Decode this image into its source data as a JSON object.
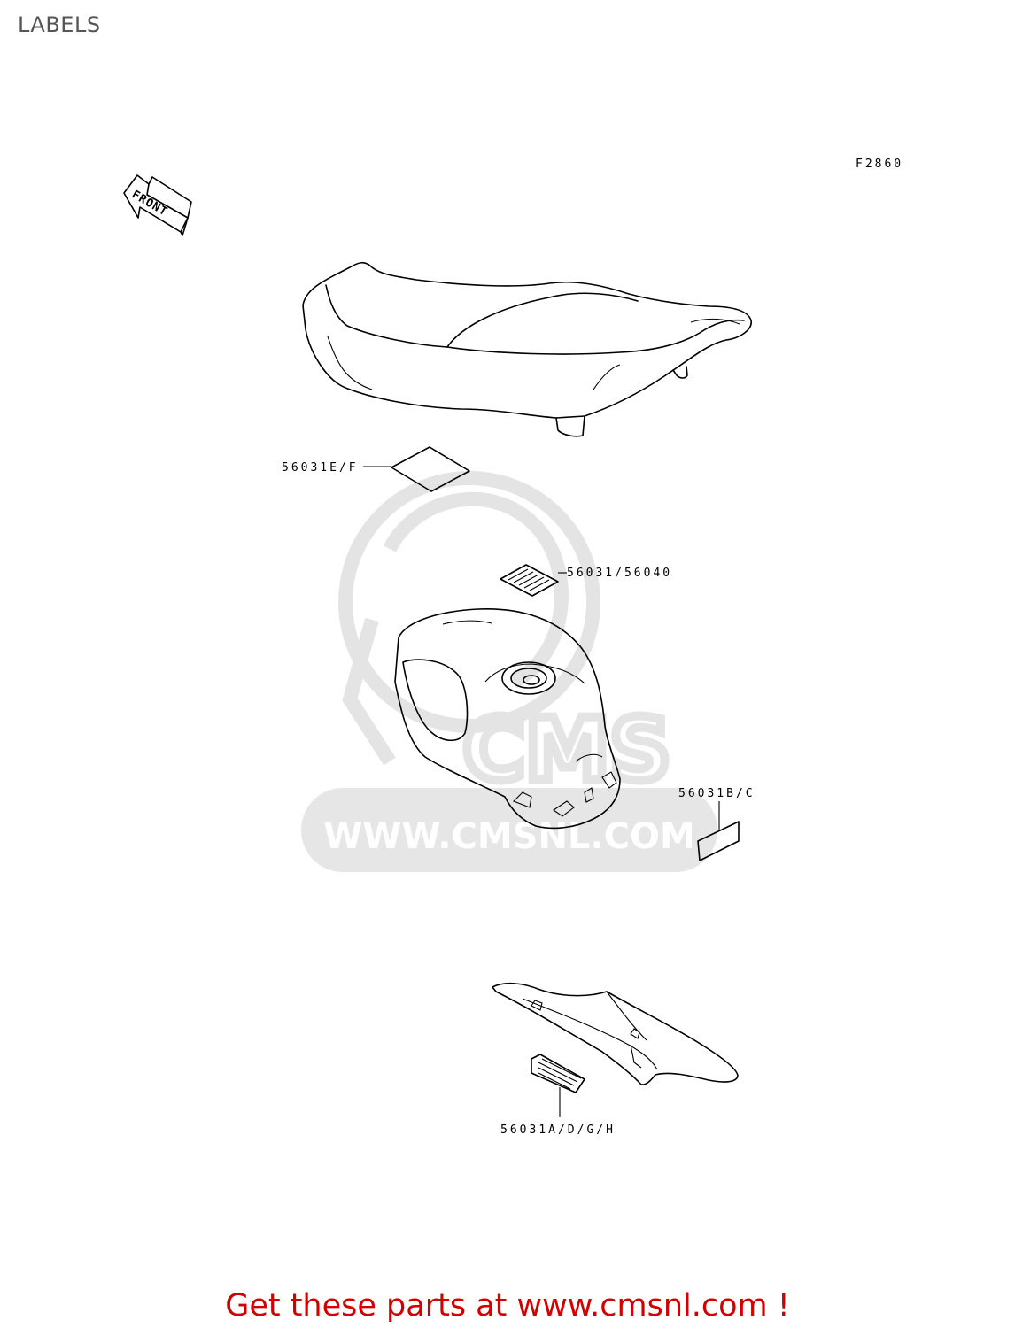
{
  "page": {
    "title": "LABELS",
    "footer_link": "Get these parts at www.cmsnl.com !"
  },
  "diagram": {
    "figure_code": "F2860",
    "front_arrow": "FRONT",
    "callouts": [
      {
        "id": "seat-label",
        "text": "56031E/F"
      },
      {
        "id": "tank-top-label",
        "text": "56031/56040"
      },
      {
        "id": "tank-side-label",
        "text": "56031B/C"
      },
      {
        "id": "tail-label",
        "text": "56031A/D/G/H"
      }
    ],
    "watermark": {
      "logo_text": "CMS",
      "url_text": "WWW.CMSNL.COM"
    }
  },
  "colors": {
    "title": "#555555",
    "footer": "#d40000",
    "watermark": "#e2e2e2",
    "line": "#000000"
  }
}
